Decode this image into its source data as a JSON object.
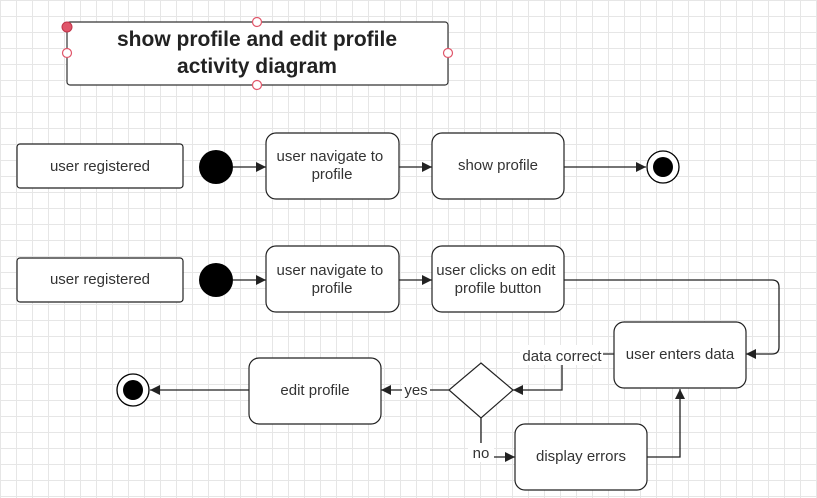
{
  "title": {
    "line1": "show profile and edit profile",
    "line2": "activity diagram"
  },
  "row1": {
    "actor": "user registered",
    "navigate": "user navigate to profile",
    "show": "show profile"
  },
  "row2": {
    "actor": "user registered",
    "navigate": "user navigate to profile",
    "click": "user clicks on edit profile button"
  },
  "flow": {
    "enter_data": "user enters data",
    "decision_label": "data correct",
    "yes_label": "yes",
    "no_label": "no",
    "edit_profile": "edit profile",
    "display_errors": "display errors"
  },
  "colors": {
    "stroke": "#222222",
    "text": "#333333",
    "selection_handle": "#e0566a",
    "grid": "#e6e6e6"
  }
}
